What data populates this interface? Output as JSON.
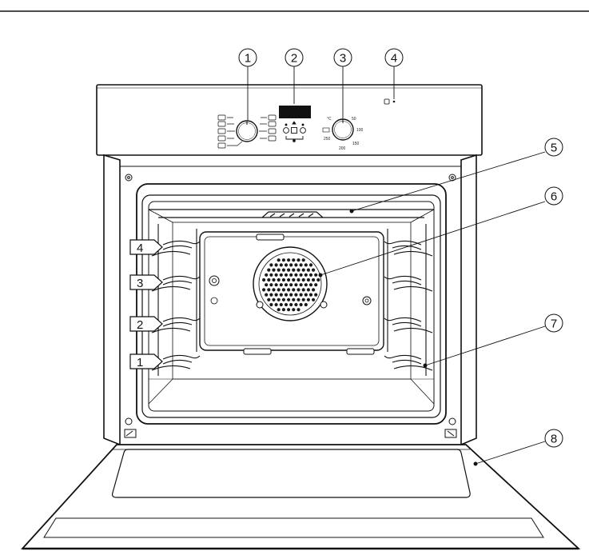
{
  "callouts": [
    {
      "id": "1"
    },
    {
      "id": "2"
    },
    {
      "id": "3"
    },
    {
      "id": "4"
    },
    {
      "id": "5"
    },
    {
      "id": "6"
    },
    {
      "id": "7"
    },
    {
      "id": "8"
    }
  ],
  "shelf_levels": [
    "4",
    "3",
    "2",
    "1"
  ],
  "dial_labels": {
    "temp_unit": "°C",
    "t50": "50",
    "t100": "100",
    "t150": "150",
    "t200": "200",
    "t250": "250"
  },
  "colors": {
    "line": "#111111",
    "fill": "#ffffff",
    "display": "#111111",
    "fan_hole": "#1a1a1a"
  }
}
